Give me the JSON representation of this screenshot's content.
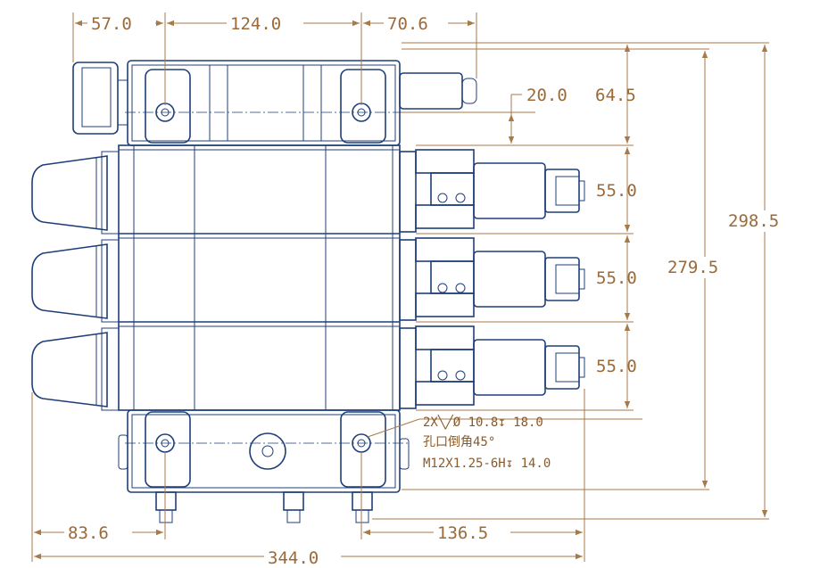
{
  "dimensions": {
    "top_left": "57.0",
    "top_mid": "124.0",
    "top_right": "70.6",
    "offset_20": "20.0",
    "height_64_5": "64.5",
    "section_1": "55.0",
    "section_2": "55.0",
    "section_3": "55.0",
    "height_279_5": "279.5",
    "height_298_5": "298.5",
    "bottom_left": "83.6",
    "bottom_right": "136.5",
    "total_width": "344.0"
  },
  "notes": {
    "line1": "2X╲╱Ø 10.8↧ 18.0",
    "line2": "孔口倒角45°",
    "line3": "M12X1.25-6H↧ 14.0"
  },
  "colors": {
    "part_lines": "#1f3f78",
    "dimension_lines": "#a87a4a"
  }
}
